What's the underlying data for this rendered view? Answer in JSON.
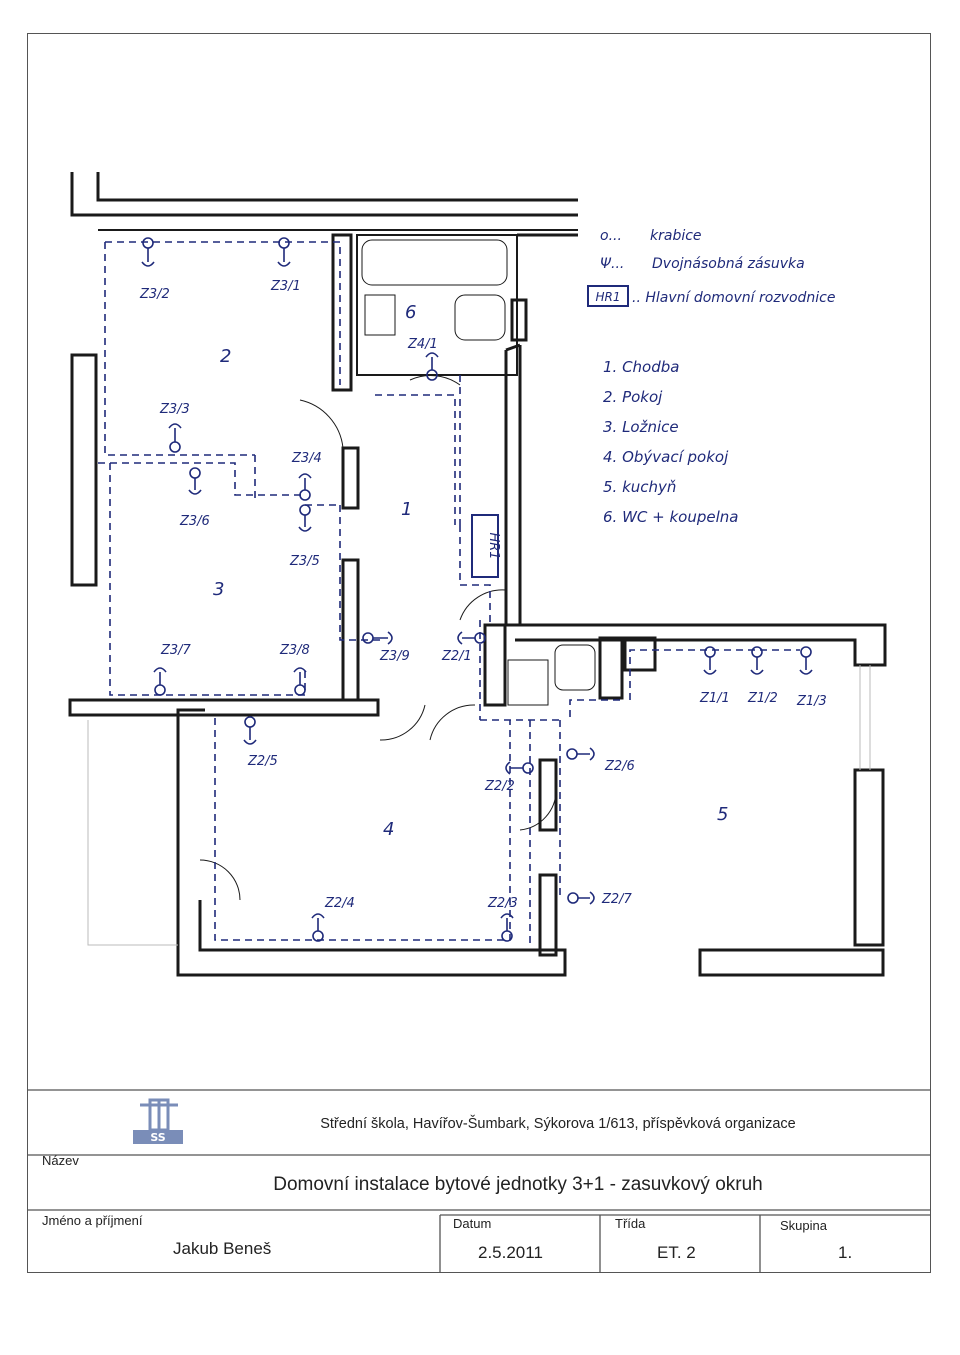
{
  "legend": {
    "box_symbol": "o...",
    "box_text": "krabice",
    "socket_symbol": "Ψ...",
    "socket_text": "Dvojnásobná zásuvka",
    "hra_box": "HR1",
    "hra_text": ".. Hlavní domovní rozvodnice"
  },
  "rooms_list": [
    "1. Chodba",
    "2. Pokoj",
    "3. Ložnice",
    "4. Obývací pokoj",
    "5. kuchyň",
    "6. WC + koupelna"
  ],
  "room_numbers": [
    "1",
    "2",
    "3",
    "4",
    "5",
    "6"
  ],
  "socket_labels": {
    "z31": "Z3/1",
    "z32": "Z3/2",
    "z33": "Z3/3",
    "z34": "Z3/4",
    "z35": "Z3/5",
    "z36": "Z3/6",
    "z37": "Z3/7",
    "z38": "Z3/8",
    "z39": "Z3/9",
    "z41": "Z4/1",
    "z21": "Z2/1",
    "z22": "Z2/2",
    "z23": "Z2/3",
    "z24": "Z2/4",
    "z25": "Z2/5",
    "z26": "Z2/6",
    "z27": "Z2/7",
    "z11": "Z1/1",
    "z12": "Z1/2",
    "z13": "Z1/3"
  },
  "hra_label": "HR1",
  "title_block": {
    "school": "Střední škola, Havířov-Šumbark, Sýkorova 1/613, příspěvková organizace",
    "nazev_label": "Název",
    "title": "Domovní instalace bytové jednotky 3+1 - zasuvkový okruh",
    "name_label": "Jméno a příjmení",
    "name": "Jakub Beneš",
    "date_label": "Datum",
    "date": "2.5.2011",
    "class_label": "Třída",
    "class": "ET. 2",
    "group_label": "Skupina",
    "group": "1."
  },
  "logo_text": "SS",
  "colors": {
    "ink": "#1f2a7a",
    "wall": "#1a1a1a",
    "frame": "#555555",
    "logo": "#7a8db8"
  }
}
